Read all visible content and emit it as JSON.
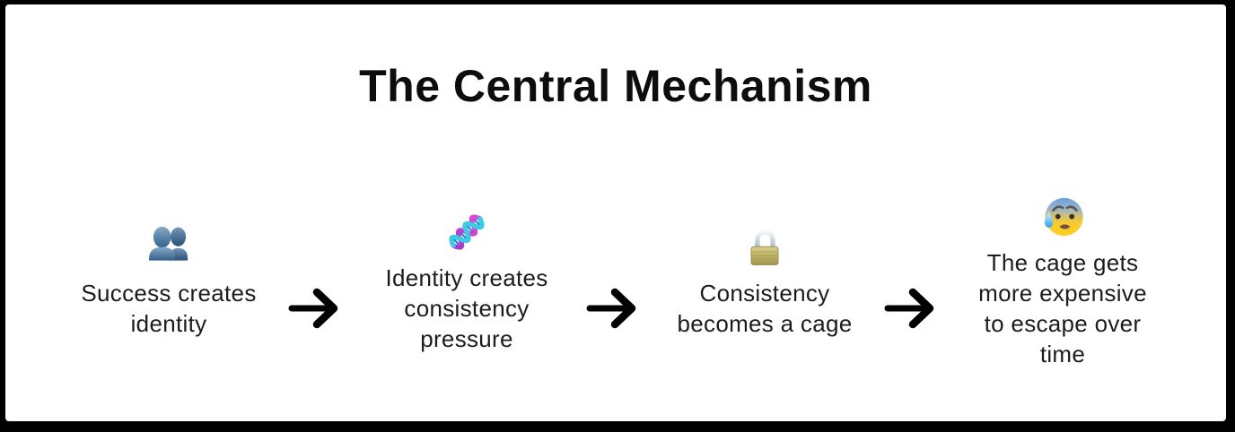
{
  "title": "The Central Mechanism",
  "flow": {
    "connector": "arrow-right",
    "steps": [
      {
        "icon": "busts-in-silhouette",
        "label": "Success creates identity",
        "lines": [
          "Success creates",
          "identity"
        ]
      },
      {
        "icon": "dna-helix",
        "label": "Identity creates consistency pressure",
        "lines": [
          "Identity creates",
          "consistency",
          "pressure"
        ]
      },
      {
        "icon": "padlock",
        "label": "Consistency becomes a cage",
        "lines": [
          "Consistency",
          "becomes a cage"
        ]
      },
      {
        "icon": "anxious-face-with-sweat",
        "label": "The cage gets more expensive to escape over time",
        "lines": [
          "The cage gets",
          "more expensive",
          "to escape over",
          "time"
        ]
      }
    ]
  },
  "colors": {
    "frame_border": "#000000",
    "background": "#ffffff",
    "title_text": "#0d0d0d",
    "body_text": "#1c1c1c",
    "arrow": "#000000",
    "busts_blue": "#49709b",
    "dna_cyan": "#3ec9e4",
    "dna_magenta": "#c43fd0",
    "lock_gold": "#b3a756",
    "lock_shackle": "#c5d0da",
    "face_yellow": "#ffcb1f",
    "face_blue": "#6d9fdb",
    "sweat_blue": "#2ea1e8"
  }
}
